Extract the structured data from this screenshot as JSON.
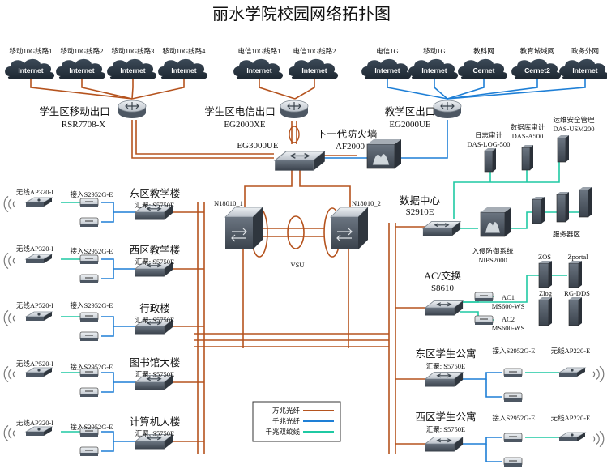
{
  "title": "丽水学院校园网络拓扑图",
  "colors": {
    "fiber_10g": "#b5531e",
    "fiber_1g": "#1e7fd6",
    "twisted_pair": "#1fc9a3",
    "device_dark": "#4d5763",
    "device_light": "#dfe3e8",
    "cloud": "#2d3a47"
  },
  "top_links": {
    "mobile_group": [
      "移动10G线路1",
      "移动10G线路2",
      "移动10G线路3",
      "移动10G线路4"
    ],
    "telecom_group": [
      "电信10G线路1",
      "电信10G线路2"
    ],
    "edu_group": [
      "电信1G",
      "移动1G",
      "教科网",
      "教育城域网",
      "政务外网"
    ]
  },
  "clouds": [
    "Internet",
    "Internet",
    "Internet",
    "Internet",
    "Internet",
    "Internet",
    "Internet",
    "Internet",
    "Cernet",
    "Cernet2",
    "Internet"
  ],
  "exits": {
    "student_mobile": {
      "name": "学生区移动出口",
      "model": "RSR7708-X"
    },
    "student_telecom": {
      "name": "学生区电信出口",
      "model": "EG2000XE"
    },
    "teaching": {
      "name": "教学区出口",
      "model": "EG2000UE"
    }
  },
  "core": {
    "gateway": "EG3000UE",
    "firewall_name": "下一代防火墙",
    "firewall_model": "AF2000",
    "core1": "N18010_1",
    "core2": "N18010_2",
    "vsu": "VSU"
  },
  "datacenter": {
    "name": "数据中心",
    "model": "S2910E",
    "log_audit_name": "日志审计",
    "log_audit_model": "DAS-LOG-500",
    "db_audit_name": "数据库审计",
    "db_audit_model": "DAS-A500",
    "ops_name": "运维安全管理",
    "ops_model": "DAS-USM200",
    "ips_name": "入侵防御系统",
    "ips_model": "NIPS2000",
    "server_zone": "服务器区"
  },
  "acz": {
    "name": "AC/交换",
    "model": "S8610",
    "ac1_name": "AC1",
    "ac1_model": "MS600-WS",
    "ac2_name": "AC2",
    "ac2_model": "MS600-WS",
    "s1": "ZOS",
    "s2": "Zportal",
    "s3": "Zlog",
    "s4": "RG-DDS"
  },
  "buildings": [
    {
      "name": "东区教学楼",
      "agg": "汇聚: S5750E",
      "access": "接入S2952G-E",
      "ap": "无线AP320-I"
    },
    {
      "name": "西区教学楼",
      "agg": "汇聚: S5750E",
      "access": "接入S2952G-E",
      "ap": "无线AP320-I"
    },
    {
      "name": "行政楼",
      "agg": "汇聚: S5750E",
      "access": "接入S2952G-E",
      "ap": "无线AP520-I"
    },
    {
      "name": "图书馆大楼",
      "agg": "汇聚: S5750E",
      "access": "接入S2952G-E",
      "ap": "无线AP520-I"
    },
    {
      "name": "计算机大楼",
      "agg": "汇聚: S5750E",
      "access": "接入S2952G-E",
      "ap": "无线AP320-I"
    }
  ],
  "dorms": [
    {
      "name": "东区学生公寓",
      "agg": "汇聚: S5750E",
      "access": "接入S2952G-E",
      "ap": "无线AP220-E"
    },
    {
      "name": "西区学生公寓",
      "agg": "汇聚: S5750E",
      "access": "接入S2952G-E",
      "ap": "无线AP220-E"
    }
  ],
  "legend": [
    {
      "label": "万兆光纤",
      "color": "#b5531e"
    },
    {
      "label": "千兆光纤",
      "color": "#1e7fd6"
    },
    {
      "label": "千兆双绞线",
      "color": "#1fc9a3"
    }
  ]
}
